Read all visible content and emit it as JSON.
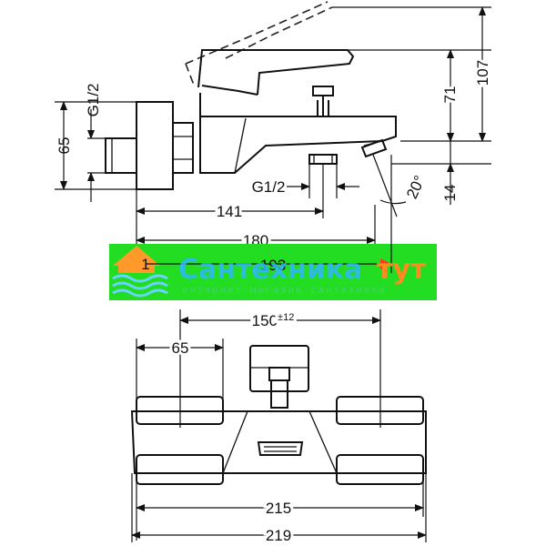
{
  "side_view": {
    "dim_g12_left": "G1/2",
    "dim_65": "65",
    "dim_g12_bottom": "G1/2",
    "dim_141": "141",
    "dim_180": "180",
    "dim_193": "193",
    "dim_20deg": "20°",
    "dim_71": "71",
    "dim_107": "107",
    "dim_14": "14"
  },
  "front_view": {
    "dim_150": "150",
    "dim_150_tol": "±12",
    "dim_65": "65",
    "dim_215": "215",
    "dim_219": "219"
  },
  "watermark": {
    "brand_main": "Сантехника",
    "brand_accent": "тут",
    "tagline": "интернет-магазин сантехники",
    "logo_number": "1",
    "colors": {
      "band": "#22dd22",
      "brand_main": "#2fb6ff",
      "brand_accent": "#ff8a1e",
      "tagline": "#48d06a"
    }
  }
}
